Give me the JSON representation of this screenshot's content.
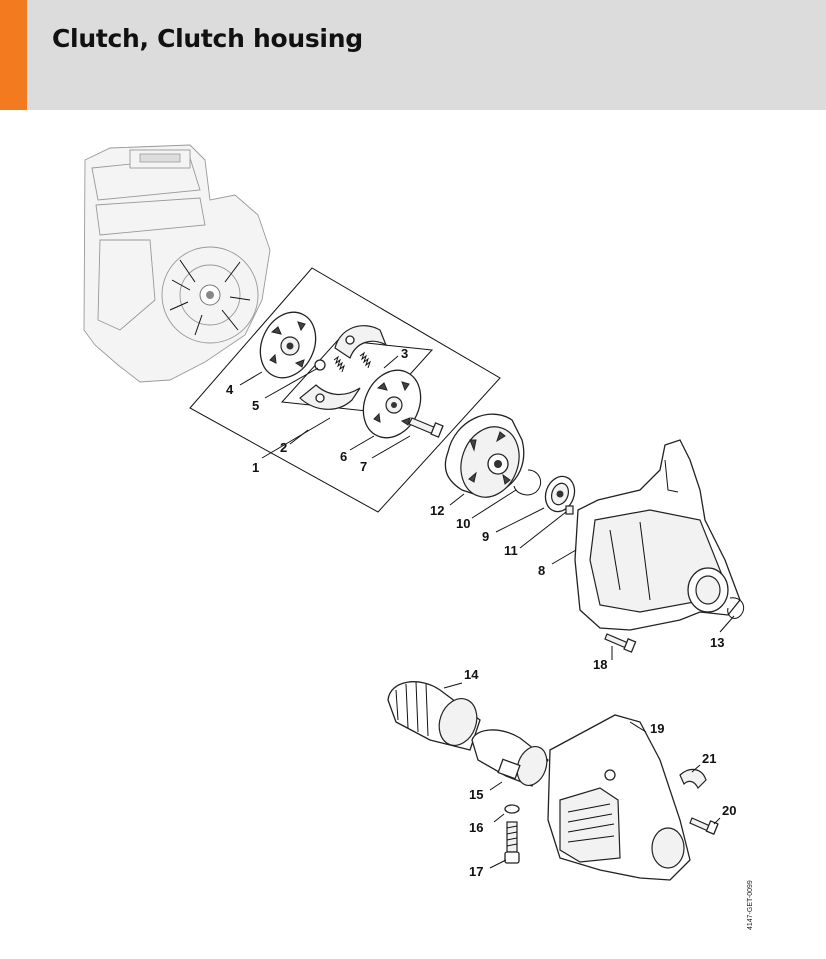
{
  "header": {
    "title": "Clutch, Clutch housing",
    "accent_color": "#f37a1f",
    "background_color": "#dcdcdc"
  },
  "callouts": [
    {
      "id": "1",
      "label": "1"
    },
    {
      "id": "2",
      "label": "2"
    },
    {
      "id": "3",
      "label": "3"
    },
    {
      "id": "4",
      "label": "4"
    },
    {
      "id": "5",
      "label": "5"
    },
    {
      "id": "6",
      "label": "6"
    },
    {
      "id": "7",
      "label": "7"
    },
    {
      "id": "8",
      "label": "8"
    },
    {
      "id": "9",
      "label": "9"
    },
    {
      "id": "10",
      "label": "10"
    },
    {
      "id": "11",
      "label": "11"
    },
    {
      "id": "12",
      "label": "12"
    },
    {
      "id": "13",
      "label": "13"
    },
    {
      "id": "14",
      "label": "14"
    },
    {
      "id": "15",
      "label": "15"
    },
    {
      "id": "16",
      "label": "16"
    },
    {
      "id": "17",
      "label": "17"
    },
    {
      "id": "18",
      "label": "18"
    },
    {
      "id": "19",
      "label": "19"
    },
    {
      "id": "20",
      "label": "20"
    },
    {
      "id": "21",
      "label": "21"
    }
  ],
  "drawing_reference": "4147-GET-0099"
}
